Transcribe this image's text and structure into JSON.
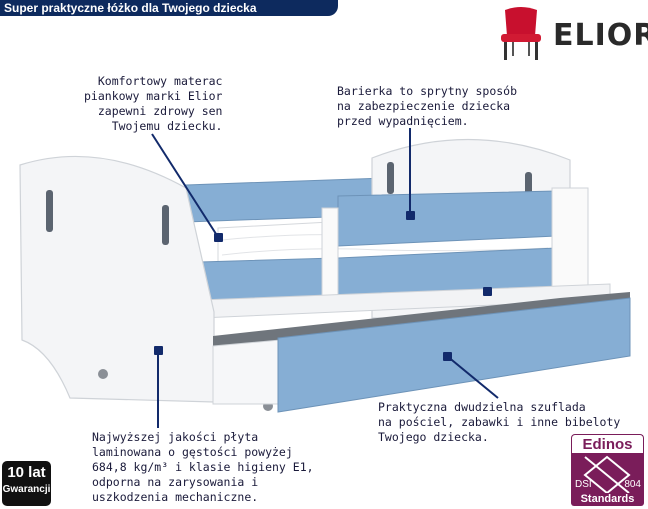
{
  "header": {
    "title": "Super praktyczne łóżko dla Twojego dziecka"
  },
  "brand": {
    "name": "ELIOR",
    "icon": "chair-icon",
    "icon_color": "#c8102e"
  },
  "annotations": {
    "mattress": "Komfortowy materac\npiankowy marki Elior\nzapewni zdrowy sen\nTwojemu dziecku.",
    "barrier": "Barierka to sprytny sposób\nna zabezpieczenie dziecka\nprzed wypadnięciem.",
    "drawer": "Praktyczna dwudzielna szuflada\nna pościel, zabawki i inne bibeloty\nTwojego dziecka.",
    "board": "Najwyższej jakości płyta\nlaminowana o gęstości powyżej\n684,8 kg/m³ i klasie higieny E1,\nodporna na zarysowania i\nuszkodzenia mechaniczne."
  },
  "badges": {
    "warranty_years": "10 lat",
    "warranty_label": "Gwarancji",
    "cert_name": "Edinos",
    "cert_dsi": "DSI",
    "cert_number": "804",
    "cert_standards": "Standards"
  },
  "colors": {
    "accent_blue": "#86aed4",
    "navy": "#0d2a5e",
    "marker": "#122a6b",
    "cert": "#7a1d5a"
  }
}
